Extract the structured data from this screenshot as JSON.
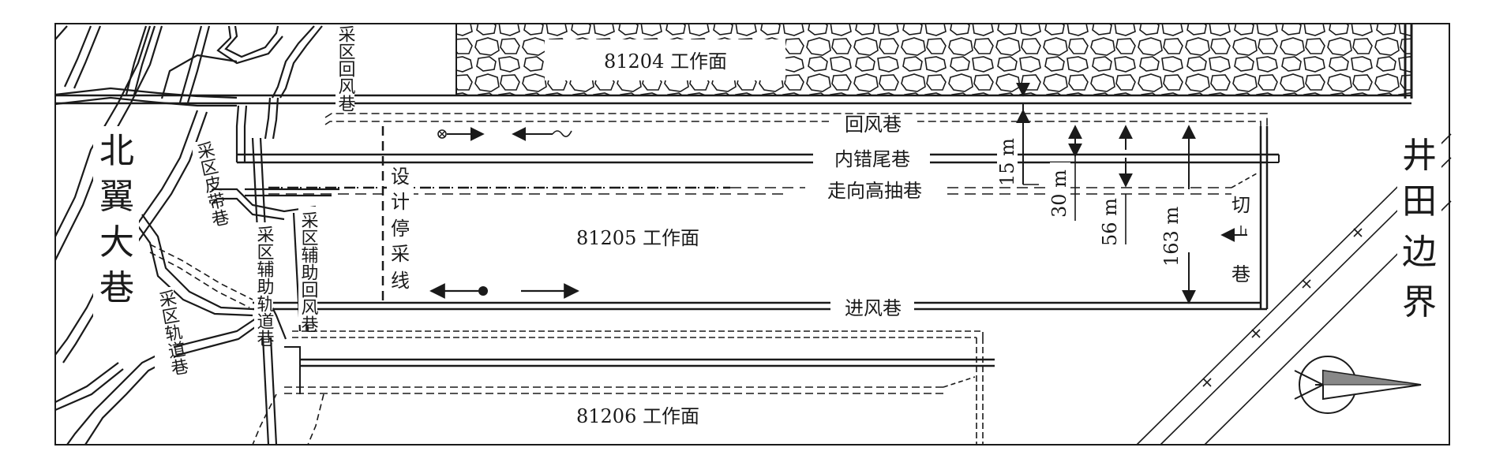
{
  "panels": {
    "p81204": "81204 工作面",
    "p81205": "81205 工作面",
    "p81206": "81206 工作面"
  },
  "roadways": {
    "return_air": "回风巷",
    "inner_anchor": "内错尾巷",
    "high_drainage": "走向高抽巷",
    "intake_air": "进风巷"
  },
  "side_text": {
    "beiyi": [
      "北",
      "翼",
      "大",
      "巷"
    ],
    "jingtian": [
      "井",
      "田",
      "边",
      "界"
    ],
    "stop_line": [
      "设",
      "计",
      "停",
      "采",
      "线"
    ],
    "cut": [
      "切",
      "巷"
    ]
  },
  "district_roads": {
    "huifeng": "采区回风巷",
    "pidai": "采区皮带巷",
    "fuzhu_huifeng": "采区辅助回风巷",
    "fuzhu_guidao": "采区辅助轨道巷",
    "guidao": "采区轨道巷"
  },
  "dimensions": {
    "d15": "15 m",
    "d30": "30 m",
    "d56": "56 m",
    "d163": "163 m"
  },
  "colors": {
    "ink": "#1a1a1a",
    "background": "#ffffff"
  }
}
